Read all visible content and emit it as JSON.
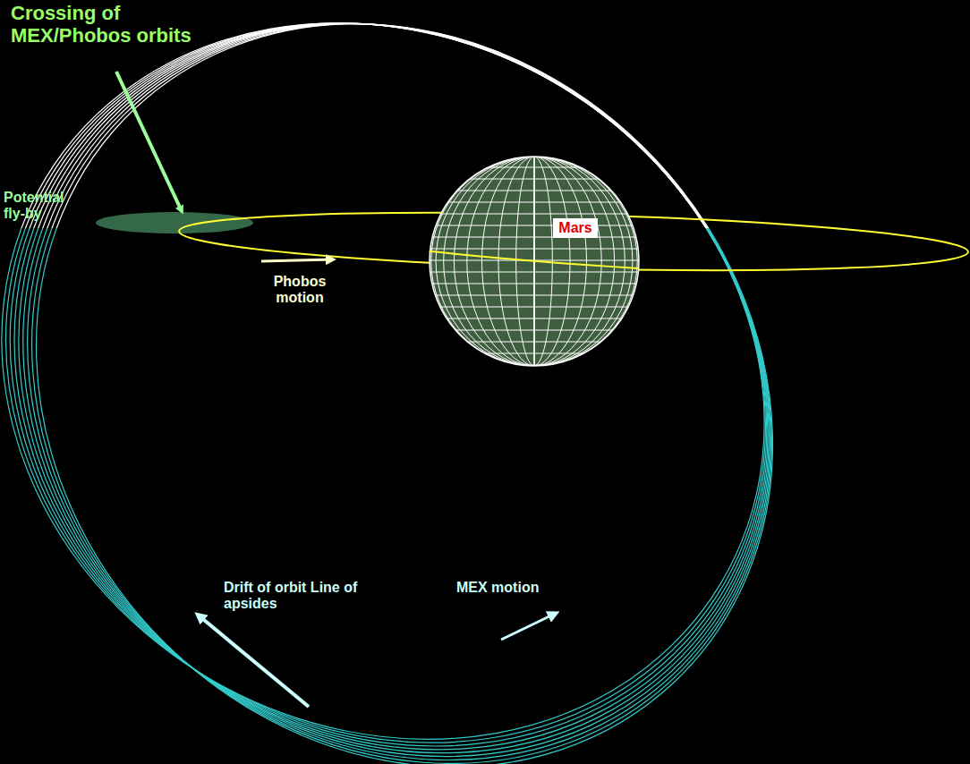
{
  "diagram": {
    "nodes": [
      {
        "text": [
          "Mars"
        ]
      }
    ],
    "labels": [
      "Crossing of MEX/Phobos orbits",
      "Potential fly-by",
      "Phobos motion",
      "Drift of orbit Line of apsides",
      "MEX motion"
    ]
  }
}
